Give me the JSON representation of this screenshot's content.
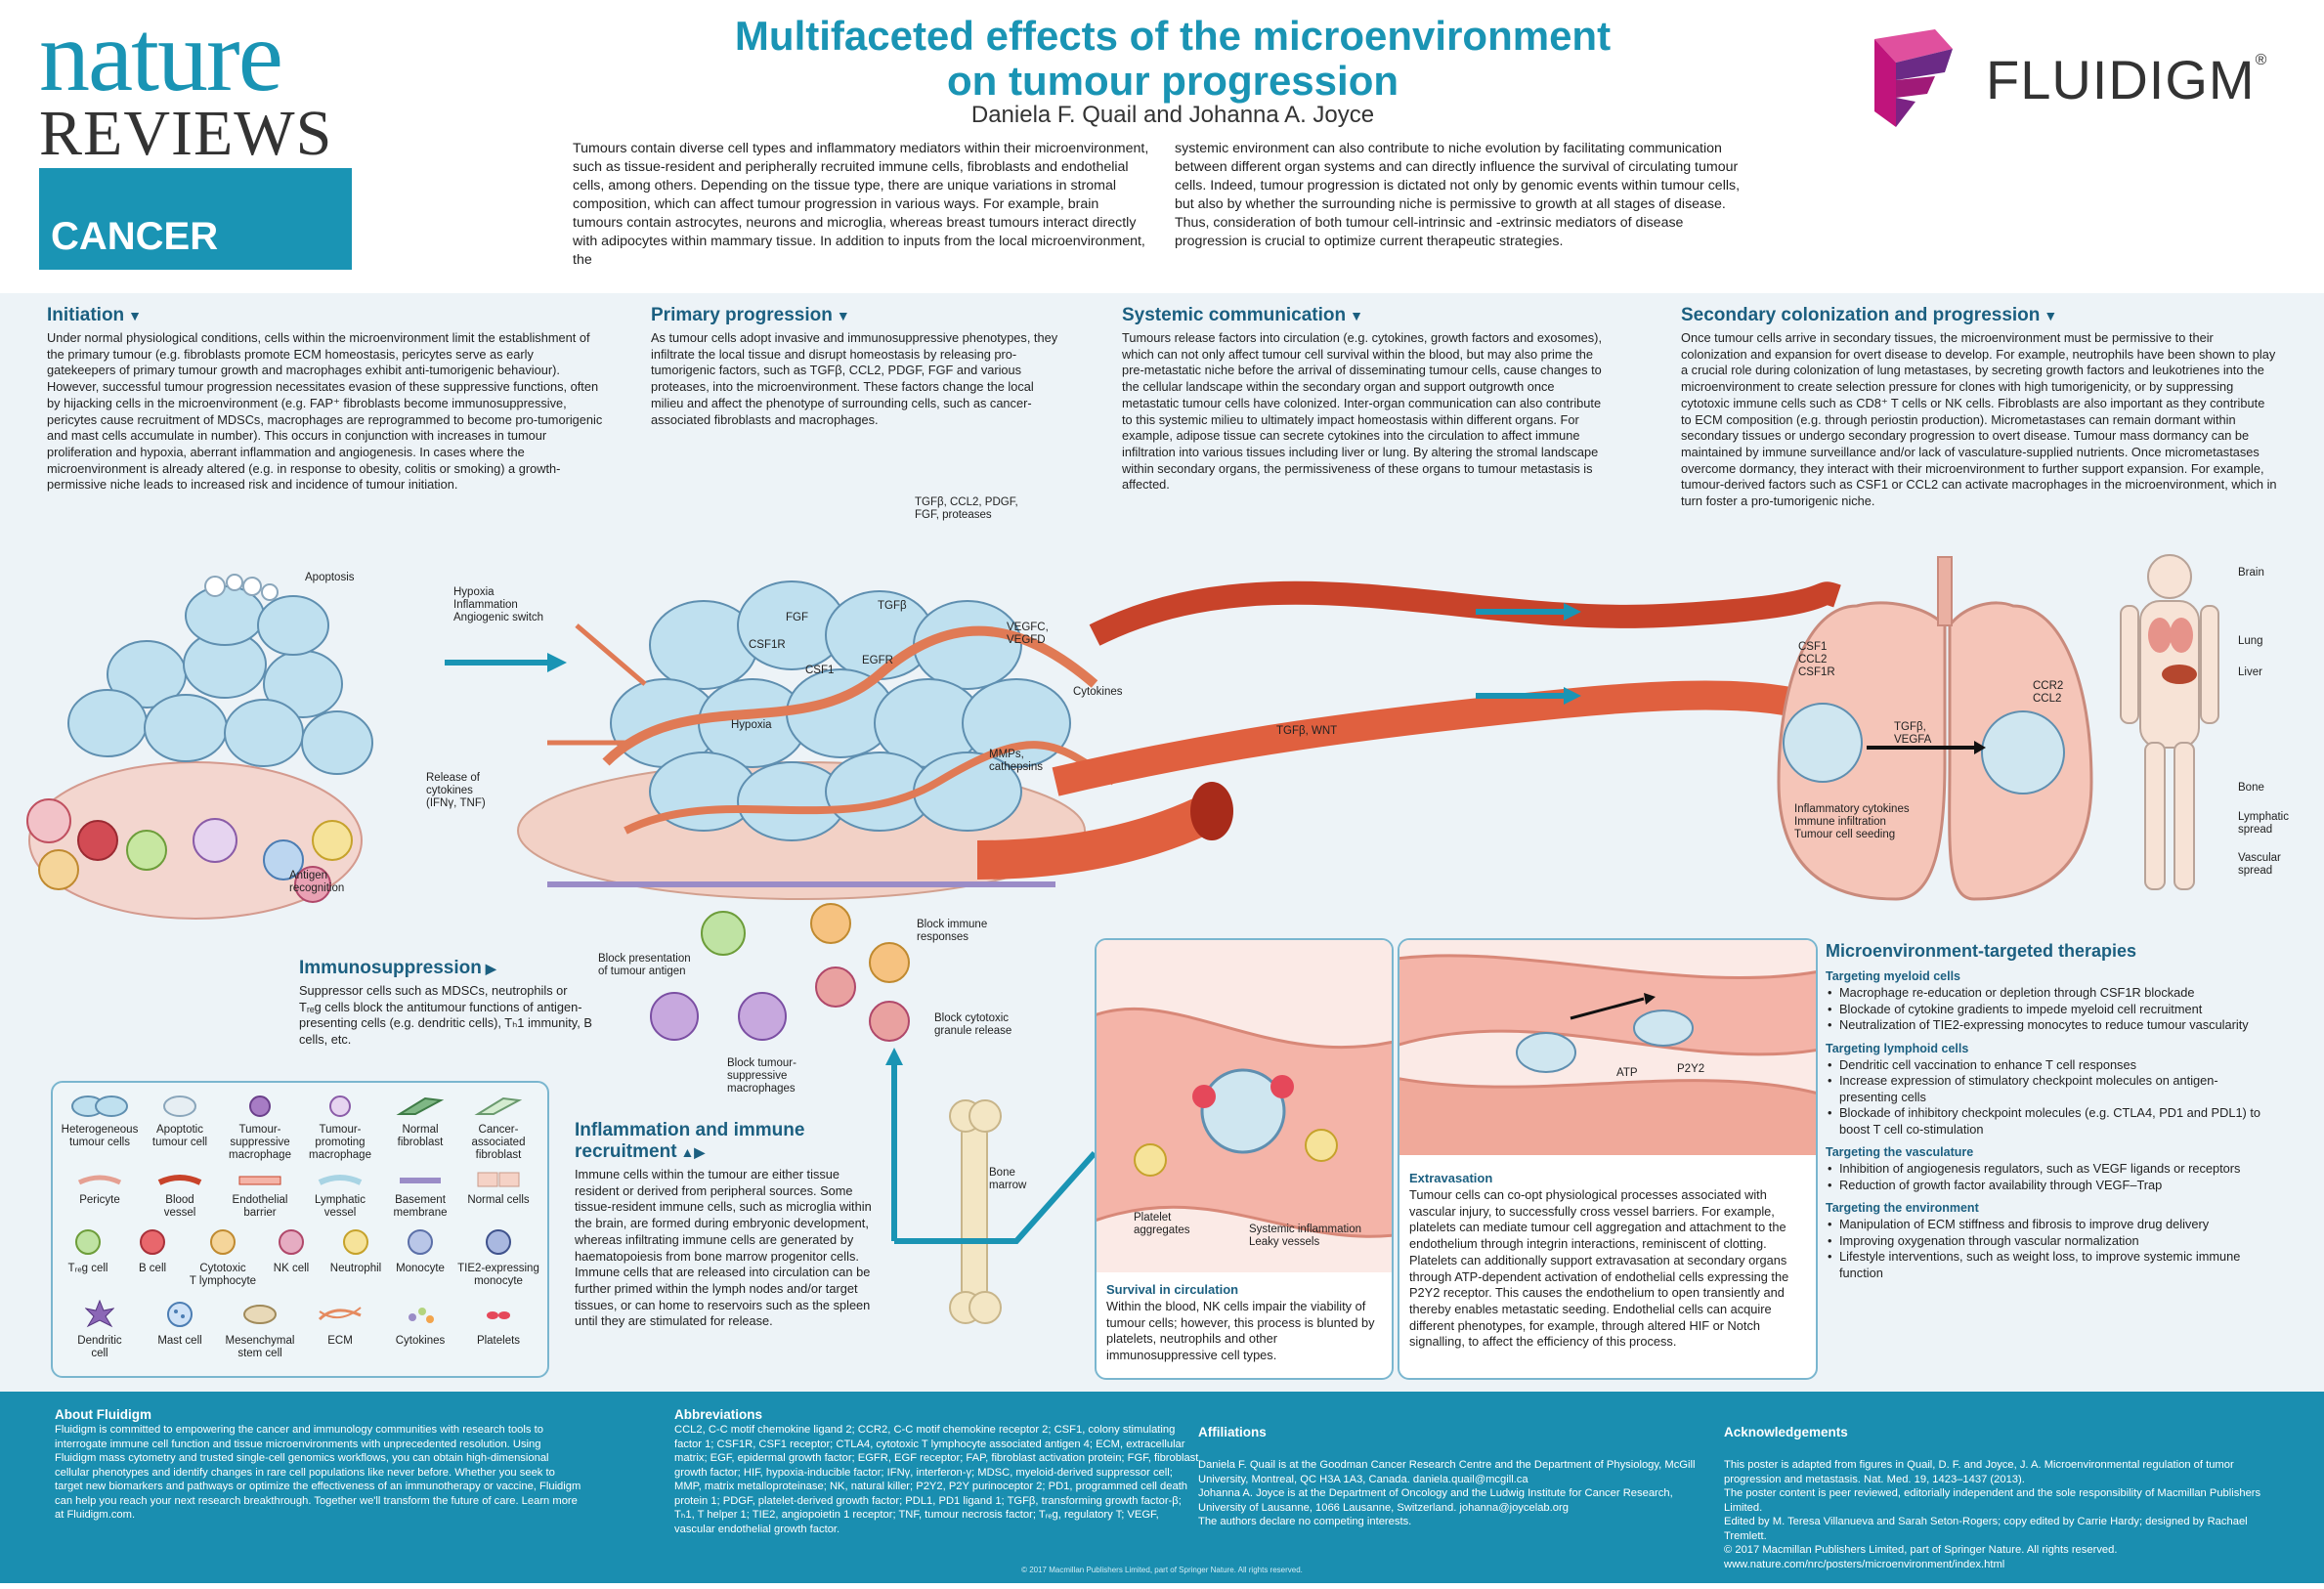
{
  "masthead": {
    "brand": "nature",
    "subbrand": "REVIEWS",
    "journal": "CANCER"
  },
  "header": {
    "title_line1": "Multifaceted effects of the microenvironment",
    "title_line2": "on tumour progression",
    "authors": "Daniela F. Quail and Johanna A. Joyce",
    "intro_col1": "Tumours contain diverse cell types and inflammatory mediators within their microenvironment, such as tissue-resident and peripherally recruited immune cells, fibroblasts and endothelial cells, among others. Depending on the tissue type, there are unique variations in stromal composition, which can affect tumour progression in various ways. For example, brain tumours contain astrocytes, neurons and microglia, whereas breast tumours interact directly with adipocytes within mammary tissue. In addition to inputs from the local microenvironment, the",
    "intro_col2": "systemic environment can also contribute to niche evolution by facilitating communication between different organ systems and can directly influence the survival of circulating tumour cells. Indeed, tumour progression is dictated not only by genomic events within tumour cells, but also by whether the surrounding niche is permissive to growth at all stages of disease. Thus, consideration of both tumour cell-intrinsic and -extrinsic mediators of disease progression is crucial to optimize current therapeutic strategies."
  },
  "sponsor": {
    "name": "FLUIDIGM",
    "mark": "®",
    "colors": {
      "magenta": "#c0147c",
      "purple": "#6b2a86",
      "pink": "#e0509e"
    }
  },
  "sections": {
    "initiation": {
      "heading": "Initiation",
      "body": "Under normal physiological conditions, cells within the microenvironment limit the establishment of the primary tumour (e.g. fibroblasts promote ECM homeostasis, pericytes serve as early gatekeepers of primary tumour growth and macrophages exhibit anti-tumorigenic behaviour). However, successful tumour progression necessitates evasion of these suppressive functions, often by hijacking cells in the microenvironment (e.g. FAP⁺ fibroblasts become immunosuppressive, pericytes cause recruitment of MDSCs, macrophages are reprogrammed to become pro-tumorigenic and mast cells accumulate in number). This occurs in conjunction with increases in tumour proliferation and hypoxia, aberrant inflammation and angiogenesis. In cases where the microenvironment is already altered (e.g. in response to obesity, colitis or smoking) a growth-permissive niche leads to increased risk and incidence of tumour initiation."
    },
    "primary": {
      "heading": "Primary progression",
      "body": "As tumour cells adopt invasive and immunosuppressive phenotypes, they infiltrate the local tissue and disrupt homeostasis by releasing pro-tumorigenic factors, such as TGFβ, CCL2, PDGF, FGF and various proteases, into the microenvironment. These factors change the local milieu and affect the phenotype of surrounding cells, such as cancer-associated fibroblasts and macrophages."
    },
    "systemic": {
      "heading": "Systemic communication",
      "body": "Tumours release factors into circulation (e.g. cytokines, growth factors and exosomes), which can not only affect tumour cell survival within the blood, but may also prime the pre-metastatic niche before the arrival of disseminating tumour cells, cause changes to the cellular landscape within the secondary organ and support outgrowth once metastatic tumour cells have colonized. Inter-organ communication can also contribute to this systemic milieu to ultimately impact homeostasis within different organs. For example, adipose tissue can secrete cytokines into the circulation to affect immune infiltration into various tissues including liver or lung. By altering the stromal landscape within secondary organs, the permissiveness of these organs to tumour metastasis is affected."
    },
    "secondary": {
      "heading": "Secondary colonization and progression",
      "body": "Once tumour cells arrive in secondary tissues, the microenvironment must be permissive to their colonization and expansion for overt disease to develop. For example, neutrophils have been shown to play a crucial role during colonization of lung metastases, by secreting growth factors and leukotrienes into the microenvironment to create selection pressure for clones with high tumorigenicity, or by suppressing cytotoxic immune cells such as CD8⁺ T cells or NK cells. Fibroblasts are also important as they contribute to ECM composition (e.g. through periostin production). Micrometastases can remain dormant within secondary tissues or undergo secondary progression to overt disease. Tumour mass dormancy can be maintained by immune surveillance and/or lack of vasculature-supplied nutrients. Once micrometastases overcome dormancy, they interact with their microenvironment to further support expansion. For example, tumour-derived factors such as CSF1 or CCL2 can activate macrophages in the microenvironment, which in turn foster a pro-tumorigenic niche."
    },
    "immunosuppression": {
      "heading": "Immunosuppression",
      "body": "Suppressor cells such as MDSCs, neutrophils or Tᵣₑg cells block the antitumour functions of antigen-presenting cells (e.g. dendritic cells), Tₕ1 immunity, B cells, etc."
    },
    "inflammation": {
      "heading_line1": "Inflammation and immune",
      "heading_line2": "recruitment",
      "body": "Immune cells within the tumour are either tissue resident or derived from peripheral sources. Some tissue-resident immune cells, such as microglia within the brain, are formed during embryonic development, whereas infiltrating immune cells are generated by haematopoiesis from bone marrow progenitor cells. Immune cells that are released into circulation can be further primed within the lymph nodes and/or target tissues, or can home to reservoirs such as the spleen until they are stimulated for release."
    },
    "survival": {
      "heading": "Survival in circulation",
      "body": "Within the blood, NK cells impair the viability of tumour cells; however, this process is blunted by platelets, neutrophils and other immunosuppressive cell types."
    },
    "extravasation": {
      "heading": "Extravasation",
      "body": "Tumour cells can co-opt physiological processes associated with vascular injury, to successfully cross vessel barriers. For example, platelets can mediate tumour cell aggregation and attachment to the endothelium through integrin interactions, reminiscent of clotting. Platelets can additionally support extravasation at secondary organs through ATP-dependent activation of endothelial cells expressing the P2Y2 receptor. This causes the endothelium to open transiently and thereby enables metastatic seeding. Endothelial cells can acquire different phenotypes, for example, through altered HIF or Notch signalling, to affect the efficiency of this process."
    }
  },
  "diagram_labels": {
    "apoptosis": "Apoptosis",
    "hypoxia_switch": [
      "Hypoxia",
      "Inflammation",
      "Angiogenic switch"
    ],
    "release_cytokines": [
      "Release of",
      "cytokines",
      "(IFNγ, TNF)"
    ],
    "antigen_recognition": [
      "Antigen",
      "recognition"
    ],
    "tgfb_list": [
      "TGFβ, CCL2, PDGF,",
      "FGF, proteases"
    ],
    "fgf": "FGF",
    "tgfb": "TGFβ",
    "csf1r": "CSF1R",
    "csf1": "CSF1",
    "egfr": "EGFR",
    "vegfc": [
      "VEGFC,",
      "VEGFD"
    ],
    "hypoxia": "Hypoxia",
    "cytokines": "Cytokines",
    "mmps": [
      "MMPs,",
      "cathepsins"
    ],
    "tgfb_wnt": "TGFβ, WNT",
    "block_presentation": [
      "Block presentation",
      "of tumour antigen"
    ],
    "block_immune": [
      "Block immune",
      "responses"
    ],
    "block_cytotoxic": [
      "Block cytotoxic",
      "granule release"
    ],
    "block_macrophages": [
      "Block tumour-",
      "suppressive",
      "macrophages"
    ],
    "bone_marrow": [
      "Bone",
      "marrow"
    ],
    "platelet_aggregates": [
      "Platelet",
      "aggregates"
    ],
    "systemic_inflammation": [
      "Systemic inflammation",
      "Leaky vessels"
    ],
    "atp": "ATP",
    "p2y2": "P2Y2",
    "lung_factors": [
      "CSF1",
      "CCL2",
      "CSF1R"
    ],
    "csf1_lung": "CSF1",
    "ccr2": [
      "CCR2",
      "CCL2"
    ],
    "tgfb_vegfa": [
      "TGFβ,",
      "VEGFA"
    ],
    "inflammatory": [
      "Inflammatory cytokines",
      "Immune infiltration",
      "Tumour cell seeding"
    ],
    "body": {
      "brain": "Brain",
      "lung": "Lung",
      "liver": "Liver",
      "bone": "Bone",
      "lymphatic": [
        "Lymphatic",
        "spread"
      ],
      "vascular": [
        "Vascular",
        "spread"
      ]
    }
  },
  "legend": {
    "row1": [
      {
        "label": [
          "Heterogeneous",
          "tumour cells"
        ],
        "icon": "tumour-cells"
      },
      {
        "label": [
          "Apoptotic",
          "tumour cell"
        ],
        "icon": "apoptotic-cell"
      },
      {
        "label": [
          "Tumour-",
          "suppressive",
          "macrophage"
        ],
        "icon": "suppressive-macrophage"
      },
      {
        "label": [
          "Tumour-",
          "promoting",
          "macrophage"
        ],
        "icon": "promoting-macrophage"
      },
      {
        "label": [
          "Normal",
          "fibroblast"
        ],
        "icon": "normal-fibroblast"
      },
      {
        "label": [
          "Cancer-",
          "associated",
          "fibroblast"
        ],
        "icon": "caf"
      }
    ],
    "row2": [
      {
        "label": [
          "Pericyte"
        ],
        "icon": "pericyte"
      },
      {
        "label": [
          "Blood",
          "vessel"
        ],
        "icon": "blood-vessel"
      },
      {
        "label": [
          "Endothelial",
          "barrier"
        ],
        "icon": "endothelial-barrier"
      },
      {
        "label": [
          "Lymphatic",
          "vessel"
        ],
        "icon": "lymphatic-vessel"
      },
      {
        "label": [
          "Basement",
          "membrane"
        ],
        "icon": "basement-membrane"
      },
      {
        "label": [
          "Normal cells"
        ],
        "icon": "normal-cells"
      }
    ],
    "row3": [
      {
        "label": [
          "Tᵣₑg cell"
        ],
        "icon": "treg-cell"
      },
      {
        "label": [
          "B cell"
        ],
        "icon": "b-cell"
      },
      {
        "label": [
          "Cytotoxic",
          "T lymphocyte"
        ],
        "icon": "cytotoxic-t"
      },
      {
        "label": [
          "NK cell"
        ],
        "icon": "nk-cell"
      },
      {
        "label": [
          "Neutrophil"
        ],
        "icon": "neutrophil"
      },
      {
        "label": [
          "Monocyte"
        ],
        "icon": "monocyte"
      },
      {
        "label": [
          "TIE2-expressing",
          "monocyte"
        ],
        "icon": "tie2-monocyte"
      }
    ],
    "row4": [
      {
        "label": [
          "Dendritic",
          "cell"
        ],
        "icon": "dendritic-cell"
      },
      {
        "label": [
          "Mast cell"
        ],
        "icon": "mast-cell"
      },
      {
        "label": [
          "Mesenchymal",
          "stem cell"
        ],
        "icon": "mesenchymal-stem-cell"
      },
      {
        "label": [
          "ECM"
        ],
        "icon": "ecm"
      },
      {
        "label": [
          "Cytokines"
        ],
        "icon": "cytokines"
      },
      {
        "label": [
          "Platelets"
        ],
        "icon": "platelets"
      }
    ]
  },
  "therapies": {
    "heading": "Microenvironment-targeted therapies",
    "groups": [
      {
        "title": "Targeting myeloid cells",
        "items": [
          "Macrophage re-education or depletion through CSF1R blockade",
          "Blockade of cytokine gradients to impede myeloid cell recruitment",
          "Neutralization of TIE2-expressing monocytes to reduce tumour vascularity"
        ]
      },
      {
        "title": "Targeting lymphoid cells",
        "items": [
          "Dendritic cell vaccination to enhance T cell responses",
          "Increase expression of stimulatory checkpoint molecules on antigen-presenting cells",
          "Blockade of inhibitory checkpoint molecules (e.g. CTLA4, PD1 and PDL1) to boost T cell co-stimulation"
        ]
      },
      {
        "title": "Targeting the vasculature",
        "items": [
          "Inhibition of angiogenesis regulators, such as VEGF ligands or receptors",
          "Reduction of growth factor availability through VEGF–Trap"
        ]
      },
      {
        "title": "Targeting the environment",
        "items": [
          "Manipulation of ECM stiffness and fibrosis to improve drug delivery",
          "Improving oxygenation through vascular normalization",
          "Lifestyle interventions, such as weight loss, to improve systemic immune function"
        ]
      }
    ]
  },
  "footer": {
    "about": {
      "heading": "About Fluidigm",
      "body": "Fluidigm is committed to empowering the cancer and immunology communities with research tools to interrogate immune cell function and tissue microenvironments with unprecedented resolution. Using Fluidigm mass cytometry and trusted single-cell genomics workflows, you can obtain high-dimensional cellular phenotypes and identify changes in rare cell populations like never before. Whether you seek to target new biomarkers and pathways or optimize the effectiveness of an immunotherapy or vaccine, Fluidigm can help you reach your next research breakthrough. Together we'll transform the future of care. Learn more at Fluidigm.com."
    },
    "abbreviations": {
      "heading": "Abbreviations",
      "body": "CCL2, C-C motif chemokine ligand 2; CCR2, C-C motif chemokine receptor 2; CSF1, colony stimulating factor 1; CSF1R, CSF1 receptor; CTLA4, cytotoxic T lymphocyte associated antigen 4; ECM, extracellular matrix; EGF, epidermal growth factor; EGFR, EGF receptor; FAP, fibroblast activation protein; FGF, fibroblast growth factor; HIF, hypoxia-inducible factor; IFNγ, interferon-γ; MDSC, myeloid-derived suppressor cell; MMP, matrix metalloproteinase; NK, natural killer; P2Y2, P2Y purinoceptor 2; PD1, programmed cell death protein 1; PDGF, platelet-derived growth factor; PDL1, PD1 ligand 1; TGFβ, transforming growth factor-β; Tₕ1, T helper 1; TIE2, angiopoietin 1 receptor; TNF, tumour necrosis factor; Tᵣₑg, regulatory T; VEGF, vascular endothelial growth factor."
    },
    "affiliations": {
      "heading": "Affiliations",
      "body": "Daniela F. Quail is at the Goodman Cancer Research Centre and the Department of Physiology, McGill University, Montreal, QC H3A 1A3, Canada. daniela.quail@mcgill.ca\nJohanna A. Joyce is at the Department of Oncology and the Ludwig Institute for Cancer Research, University of Lausanne, 1066 Lausanne, Switzerland. johanna@joycelab.org\nThe authors declare no competing interests."
    },
    "acknowledgements": {
      "heading": "Acknowledgements",
      "body": "This poster is adapted from figures in Quail, D. F. and Joyce, J. A. Microenvironmental regulation of tumor progression and metastasis. Nat. Med. 19, 1423–1437 (2013).\nThe poster content is peer reviewed, editorially independent and the sole responsibility of Macmillan Publishers Limited.\nEdited by M. Teresa Villanueva and Sarah Seton-Rogers; copy edited by Carrie Hardy; designed by Rachael Tremlett.\n© 2017 Macmillan Publishers Limited, part of Springer Nature. All rights reserved.\nwww.nature.com/nrc/posters/microenvironment/index.html"
    },
    "copyright": "© 2017 Macmillan Publishers Limited, part of Springer Nature. All rights reserved."
  }
}
